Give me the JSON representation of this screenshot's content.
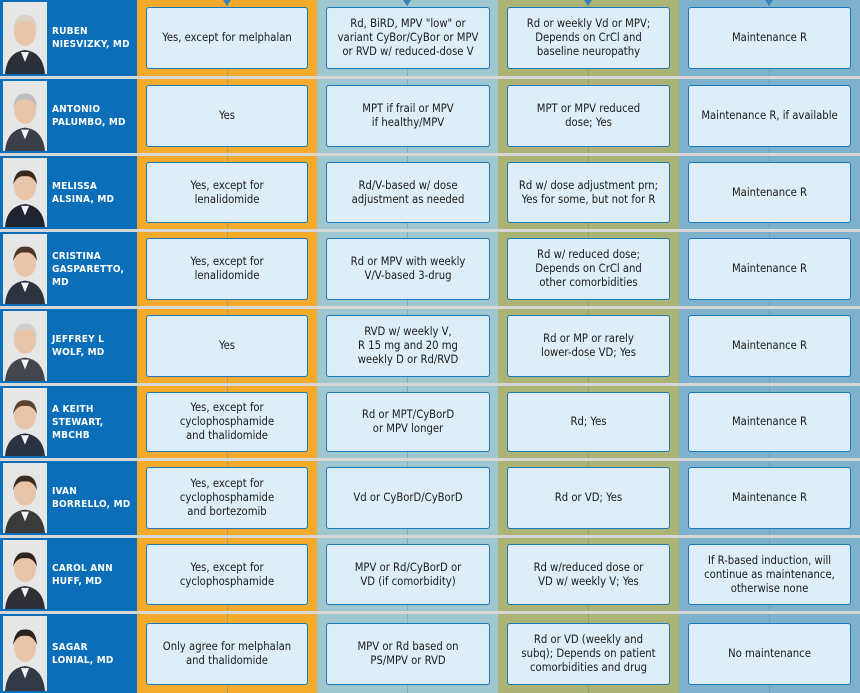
{
  "rows": [
    {
      "doctor": "RUBEN\nNIESVIZKY, MD",
      "c1": "Yes, except for melphalan",
      "c2": "Rd, BiRD, MPV \"low\" or\nvariant CyBor/CyBor or MPV\nor RVD w/ reduced-dose V",
      "c3": "Rd or weekly Vd or MPV;\nDepends on CrCl and\nbaseline neuropathy",
      "c4": "Maintenance R"
    },
    {
      "doctor": "ANTONIO\nPALUMBO, MD",
      "c1": "Yes",
      "c2": "MPT if frail or MPV\nif healthy/MPV",
      "c3": "MPT or MPV reduced\ndose; Yes",
      "c4": "Maintenance R, if available"
    },
    {
      "doctor": "MELISSA\nALSINA, MD",
      "c1": "Yes, except for\nlenalidomide",
      "c2": "Rd/V-based w/ dose\nadjustment as needed",
      "c3": "Rd w/ dose adjustment prn;\nYes for some, but not for R",
      "c4": "Maintenance R"
    },
    {
      "doctor": "CRISTINA\nGASPARETTO,\nMD",
      "c1": "Yes, except for\nlenalidomide",
      "c2": "Rd or MPV with weekly\nV/V-based 3-drug",
      "c3": "Rd w/ reduced dose;\nDepends on CrCl and\nother comorbidities",
      "c4": "Maintenance R"
    },
    {
      "doctor": "JEFFREY L\nWOLF, MD",
      "c1": "Yes",
      "c2": "RVD w/ weekly V,\nR 15 mg and 20 mg\nweekly D or Rd/RVD",
      "c3": "Rd or MP or rarely\nlower-dose VD; Yes",
      "c4": "Maintenance R"
    },
    {
      "doctor": "A KEITH\nSTEWART,\nMBCHB",
      "c1": "Yes, except for\ncyclophosphamide\nand thalidomide",
      "c2": "Rd or MPT/CyBorD\nor MPV longer",
      "c3": "Rd; Yes",
      "c4": "Maintenance R"
    },
    {
      "doctor": "IVAN\nBORRELLO, MD",
      "c1": "Yes, except for\ncyclophosphamide\nand bortezomib",
      "c2": "Vd or CyBorD/CyBorD",
      "c3": "Rd or VD; Yes",
      "c4": "Maintenance R"
    },
    {
      "doctor": "CAROL ANN\nHUFF, MD",
      "c1": "Yes, except for\ncyclophosphamide",
      "c2": "MPV or Rd/CyBorD or\nVD (if comorbidity)",
      "c3": "Rd w/reduced dose or\nVD w/ weekly V; Yes",
      "c4": "If R-based induction, will\ncontinue as maintenance,\notherwise none"
    },
    {
      "doctor": "SAGAR\nLONIAL, MD",
      "c1": "Only agree for melphalan\nand thalidomide",
      "c2": "MPV or Rd based on\nPS/MPV or RVD",
      "c3": "Rd or VD (weekly and\nsubq); Depends on patient\ncomorbidities and drug",
      "c4": "No maintenance"
    }
  ],
  "colors": {
    "accent_blue": "#0a6fb8",
    "col1": "#f4ab2c",
    "col2": "#9fc7d0",
    "col3": "#abb474",
    "col4": "#7eb2cc",
    "cell_bg": "#ddeef8",
    "cell_border": "#1a78bd"
  }
}
